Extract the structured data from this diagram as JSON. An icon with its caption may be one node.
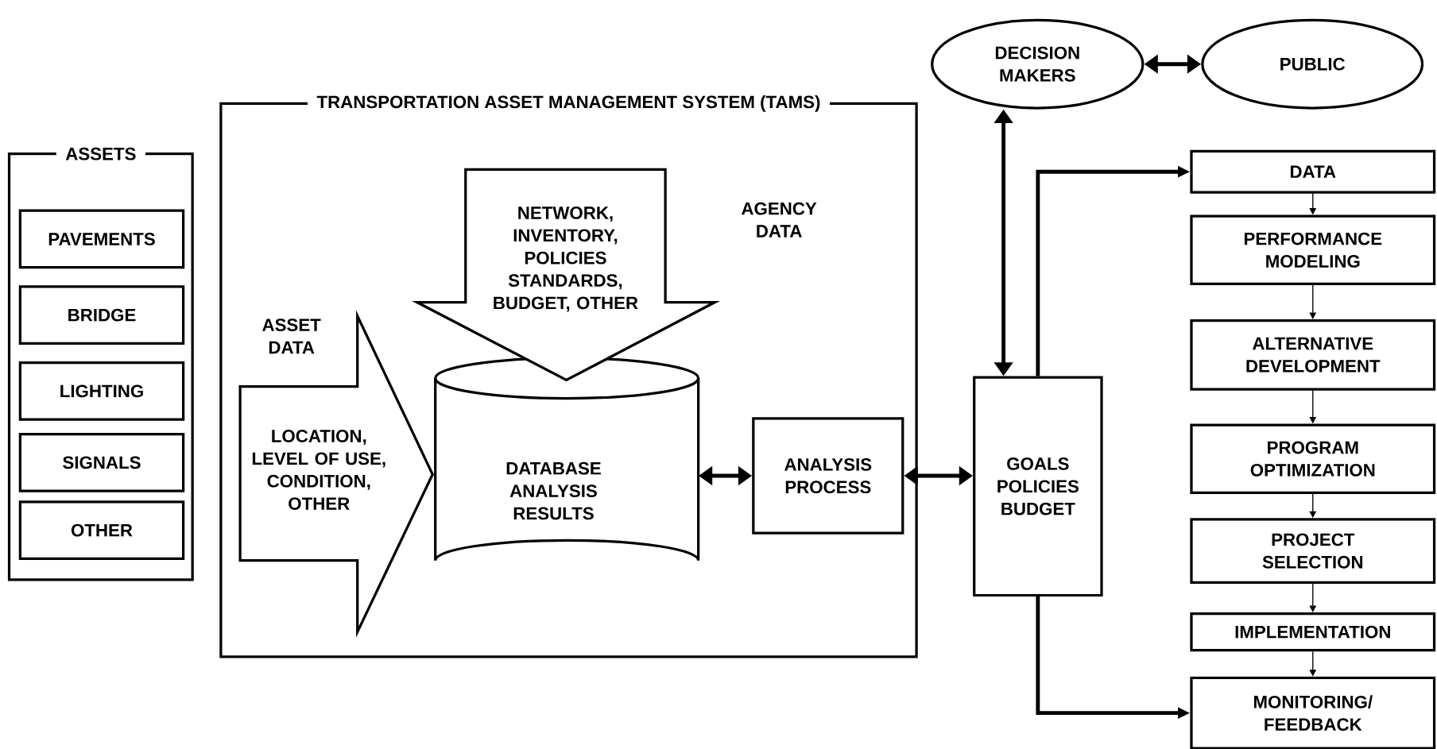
{
  "diagram": {
    "nodes": [
      {
        "text": [
          "ASSETS"
        ]
      },
      {
        "text": [
          "PAVEMENTS"
        ],
        "in": 0
      },
      {
        "text": [
          "BRIDGE"
        ],
        "in": 0
      },
      {
        "text": [
          "LIGHTING"
        ],
        "in": 0
      },
      {
        "text": [
          "SIGNALS"
        ],
        "in": 0
      },
      {
        "text": [
          "OTHER"
        ],
        "in": 0
      },
      {
        "text": [
          "TRANSPORTATION ASSET MANAGEMENT SYSTEM (TAMS)"
        ]
      },
      {
        "text": [
          "LOCATION, LEVEL OF USE, CONDITION, OTHER"
        ],
        "beside": [
          "ASSET DATA"
        ],
        "in": 6
      },
      {
        "text": [
          "NETWORK, INVENTORY, POLICIES STANDARDS, BUDGET, OTHER"
        ],
        "beside": [
          "AGENCY DATA"
        ],
        "in": 6
      },
      {
        "text": [
          "DATABASE ANALYSIS RESULTS"
        ],
        "in": 6
      },
      {
        "text": [
          "ANALYSIS PROCESS"
        ],
        "in": 6
      },
      {
        "text": [
          "GOALS POLICIES BUDGET"
        ]
      },
      {
        "text": [
          "DECISION MAKERS"
        ]
      },
      {
        "text": [
          "PUBLIC"
        ]
      },
      {
        "text": [
          "DATA"
        ]
      },
      {
        "text": [
          "PERFORMANCE MODELING"
        ]
      },
      {
        "text": [
          "ALTERNATIVE DEVELOPMENT"
        ]
      },
      {
        "text": [
          "PROGRAM OPTIMIZATION"
        ]
      },
      {
        "text": [
          "PROJECT SELECTION"
        ]
      },
      {
        "text": [
          "IMPLEMENTATION"
        ]
      },
      {
        "text": [
          "MONITORING/ FEEDBACK"
        ]
      }
    ],
    "edges": [
      {
        "from": 9,
        "to": 10,
        "arrow": "both",
        "style": "thick"
      },
      {
        "from": 10,
        "to": 11,
        "arrow": "both",
        "style": "thick"
      },
      {
        "from": 12,
        "to": 11,
        "arrow": "both",
        "style": "thick"
      },
      {
        "from": 12,
        "to": 13,
        "arrow": "both",
        "style": "thick"
      },
      {
        "from": 11,
        "to": 14,
        "arrow": "to",
        "style": "thick"
      },
      {
        "from": 11,
        "to": 20,
        "arrow": "to",
        "style": "thick"
      },
      {
        "from": 14,
        "to": 15,
        "arrow": "to"
      },
      {
        "from": 15,
        "to": 16,
        "arrow": "to"
      },
      {
        "from": 16,
        "to": 17,
        "arrow": "to"
      },
      {
        "from": 17,
        "to": 18,
        "arrow": "to"
      },
      {
        "from": 18,
        "to": 19,
        "arrow": "to"
      },
      {
        "from": 19,
        "to": 20,
        "arrow": "to"
      }
    ]
  }
}
